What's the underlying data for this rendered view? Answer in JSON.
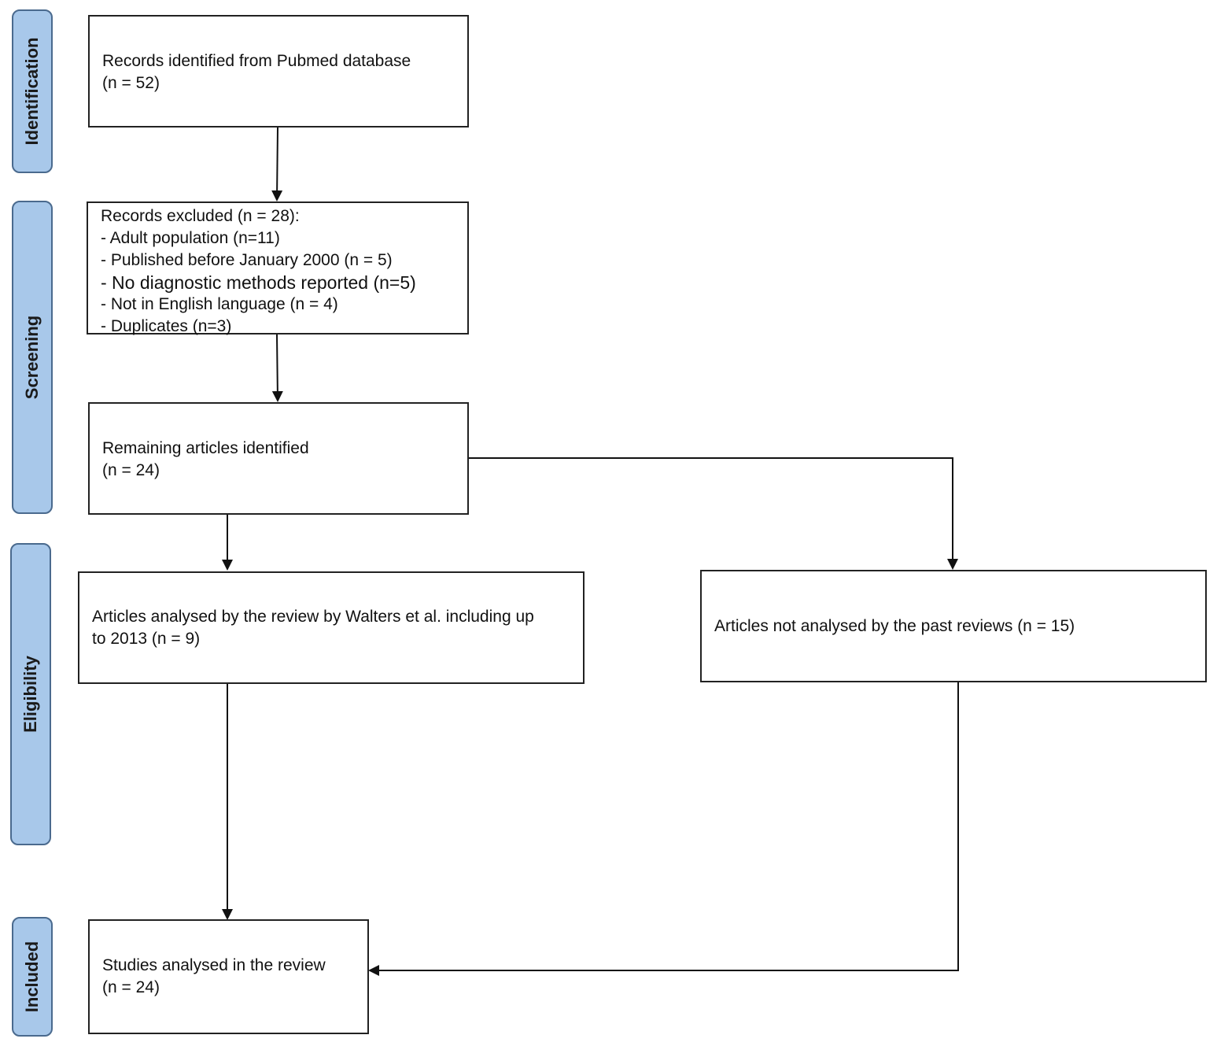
{
  "stages": {
    "identification": "Identification",
    "screening": "Screening",
    "eligibility": "Eligibility",
    "included": "Included"
  },
  "boxes": {
    "records_identified": {
      "line1": "Records identified from Pubmed database",
      "line2": "(n = 52)"
    },
    "records_excluded": {
      "heading": "Records excluded (n = 28):",
      "items": [
        "- Adult population (n=11)",
        "- Published before January 2000 (n = 5)",
        "- No diagnostic methods reported (n=5)",
        "- Not in English language (n = 4)",
        "- Duplicates (n=3)"
      ]
    },
    "remaining_articles": {
      "line1": "Remaining articles identified",
      "line2": "(n = 24)"
    },
    "walters_review": {
      "line1": "Articles analysed by the review by Walters et al. including up",
      "line2": "to 2013 (n = 9)"
    },
    "not_analysed": {
      "line1": "Articles not analysed by the past reviews (n = 15)"
    },
    "studies_included": {
      "line1": "Studies analysed in the review",
      "line2": "(n = 24)"
    }
  }
}
